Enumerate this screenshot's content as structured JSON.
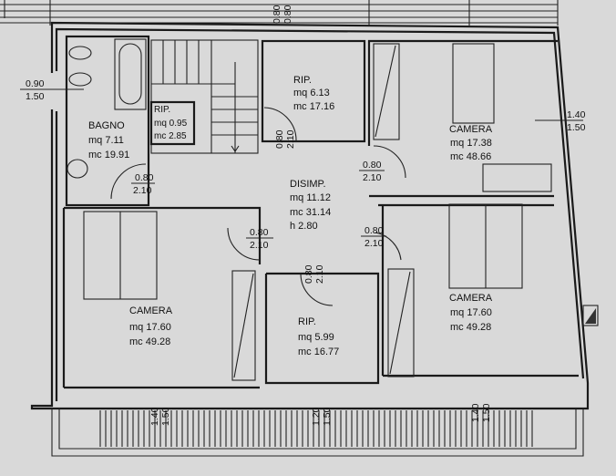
{
  "rooms": [
    {
      "name": "BAGNO",
      "mq": "mq 7.11",
      "mc": "mc 19.91"
    },
    {
      "name": "RIP.",
      "mq": "mq 0.95",
      "mc": "mc 2.85"
    },
    {
      "name": "RIP.",
      "mq": "mq 6.13",
      "mc": "mc 17.16"
    },
    {
      "name": "CAMERA",
      "mq": "mq 17.38",
      "mc": "mc 48.66"
    },
    {
      "name": "DISIMP.",
      "mq": "mq 11.12",
      "mc": "mc 31.14",
      "h": "h 2.80"
    },
    {
      "name": "CAMERA",
      "mq": "mq 17.60",
      "mc": "mc 49.28"
    },
    {
      "name": "RIP.",
      "mq": "mq 5.99",
      "mc": "mc 16.77"
    },
    {
      "name": "CAMERA",
      "mq": "mq 17.60",
      "mc": "mc 49.28"
    }
  ],
  "openings": [
    {
      "w": "0.90",
      "h": "1.50"
    },
    {
      "w": "0.80",
      "h": "0.80"
    },
    {
      "w": "0.80",
      "h": "2.10"
    },
    {
      "w": "0.80",
      "h": "2.10"
    },
    {
      "w": "0.80",
      "h": "2.10"
    },
    {
      "w": "1.40",
      "h": "1.50"
    },
    {
      "w": "0.80",
      "h": "2.10"
    },
    {
      "w": "0.80",
      "h": "2.10"
    },
    {
      "w": "0.80",
      "h": "2.10"
    },
    {
      "w": "1.40",
      "h": "1.50"
    },
    {
      "w": "1.20",
      "h": "1.50"
    },
    {
      "w": "1.40",
      "h": "1.50"
    }
  ]
}
